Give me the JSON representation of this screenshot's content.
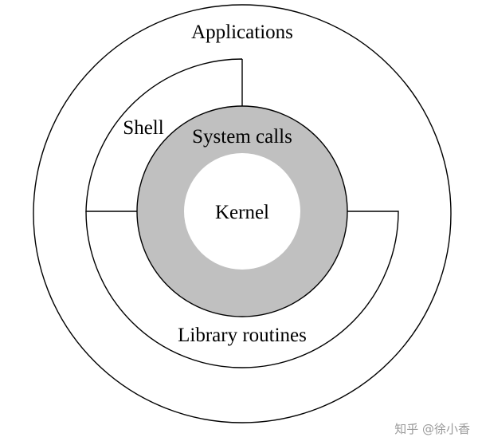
{
  "diagram": {
    "layers": {
      "applications": "Applications",
      "shell": "Shell",
      "system_calls": "System calls",
      "kernel": "Kernel",
      "library_routines": "Library routines"
    },
    "colors": {
      "system_calls_fill": "#c0c0c0",
      "kernel_fill": "#ffffff",
      "stroke": "#000000"
    }
  },
  "watermark": {
    "text": "知乎 @徐小香"
  }
}
